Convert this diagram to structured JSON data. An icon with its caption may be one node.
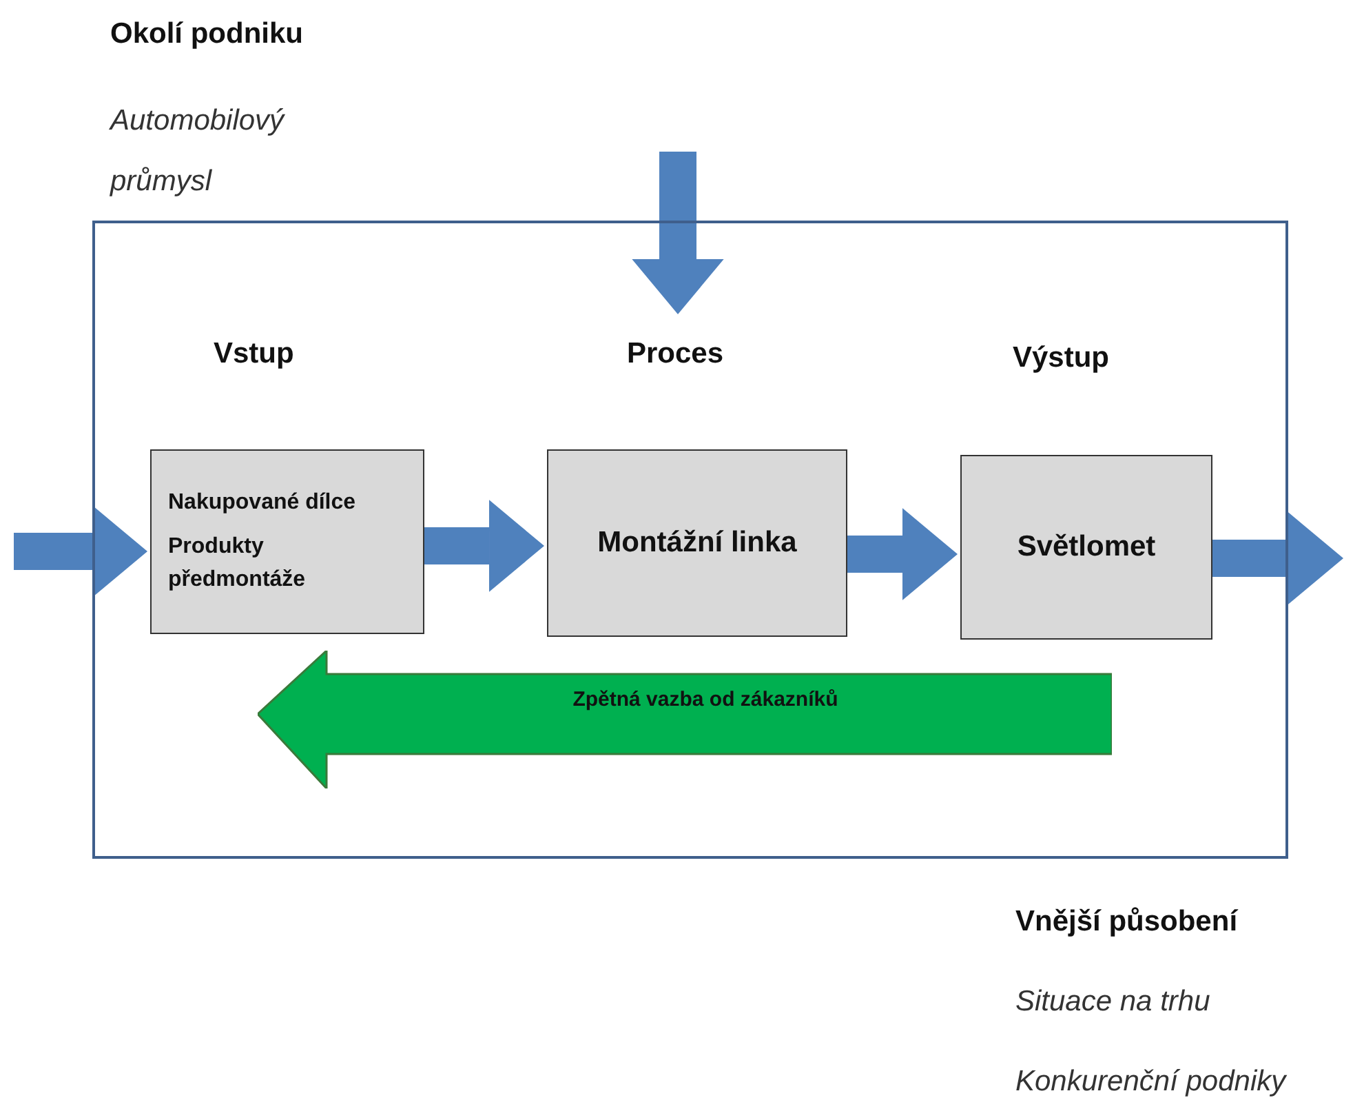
{
  "diagram": {
    "nodes": [
      {
        "text": [],
        "shape": "box"
      },
      {
        "text": [
          "Nakupované dílce",
          "Produkty předmontáže"
        ],
        "in": 0
      },
      {
        "text": [
          "Montážní linka"
        ],
        "in": 0
      },
      {
        "text": [
          "Světlomet"
        ],
        "in": 0
      },
      {
        "text": [
          "Zpětná vazba od zákazníků"
        ],
        "in": 0
      }
    ],
    "edges": [
      {
        "from": null,
        "to": 1,
        "arrow": "to"
      },
      {
        "from": 1,
        "to": 2,
        "arrow": "to"
      },
      {
        "from": 2,
        "to": 3,
        "arrow": "to"
      },
      {
        "from": 3,
        "to": null,
        "arrow": "to"
      },
      {
        "from": null,
        "to": 0,
        "arrow": "to"
      }
    ],
    "labels": [
      "Okolí podniku",
      "Automobilový průmysl",
      "Vstup",
      "Proces",
      "Výstup",
      "Vnější působení",
      "Situace na trhu",
      "Konkurenční podniky"
    ]
  }
}
